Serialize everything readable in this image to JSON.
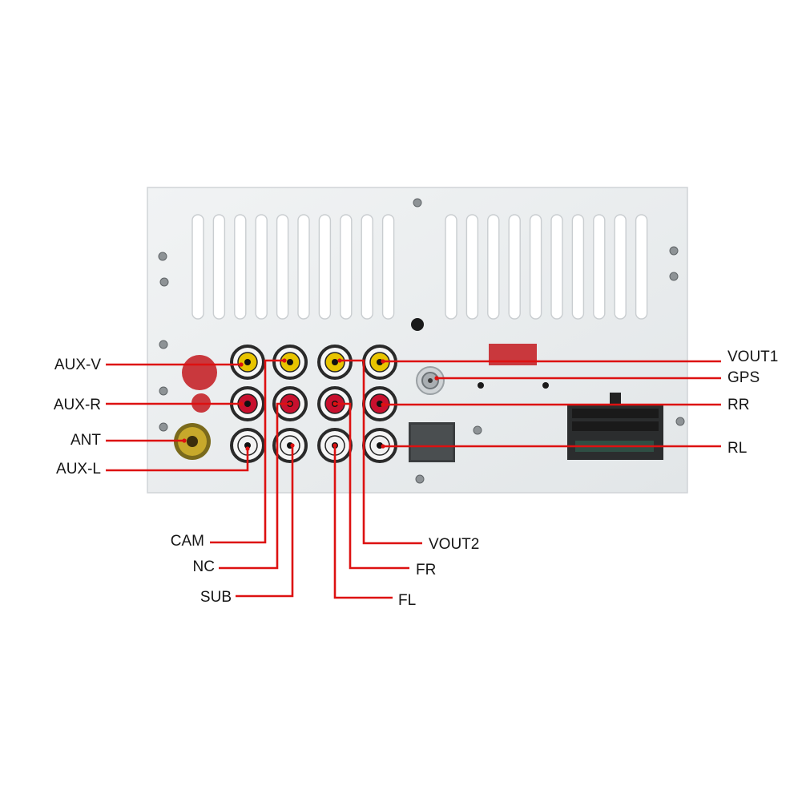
{
  "diagram": {
    "left_labels": [
      "AUX-V",
      "AUX-R",
      "ANT",
      "AUX-L"
    ],
    "right_labels": [
      "VOUT1",
      "GPS",
      "RR",
      "RL"
    ],
    "bottom_left_labels": [
      "CAM",
      "NC",
      "SUB"
    ],
    "bottom_right_labels": [
      "VOUT2",
      "FR",
      "FL"
    ]
  },
  "colors": {
    "leader_line": "#dd1111",
    "panel": "#e9ecee",
    "rca_video": "#e8c400",
    "rca_right": "#c8102e",
    "rca_left": "#f2f2f2"
  }
}
